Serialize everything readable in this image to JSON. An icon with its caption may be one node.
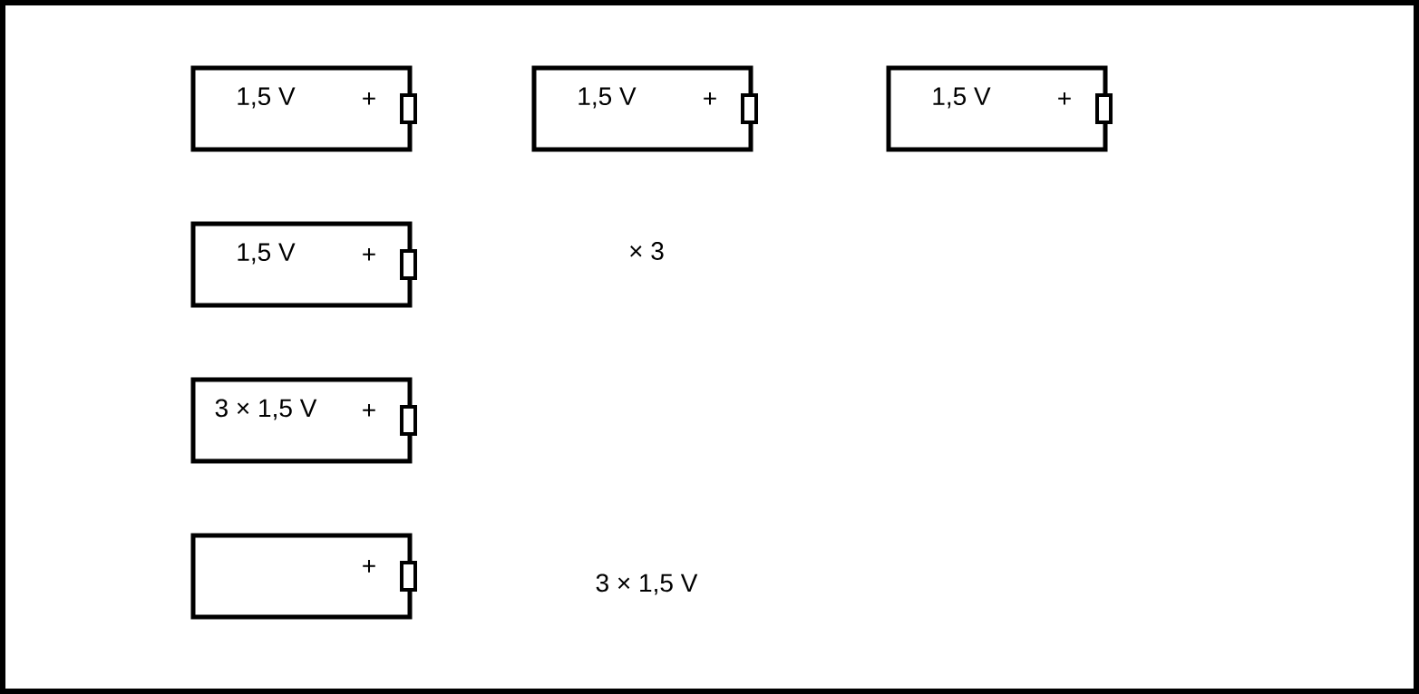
{
  "diagram": {
    "nodes": [
      {
        "text": [
          "1,5 V",
          "+"
        ]
      },
      {
        "text": [
          "1,5 V",
          "+"
        ]
      },
      {
        "text": [
          "1,5 V",
          "+"
        ]
      },
      {
        "text": [
          "1,5 V",
          "+"
        ]
      },
      {
        "text": [
          "3 × 1,5 V",
          "+"
        ]
      },
      {
        "text": [
          "+"
        ]
      }
    ],
    "labels": [
      "× 3",
      "3 × 1,5 V"
    ]
  }
}
